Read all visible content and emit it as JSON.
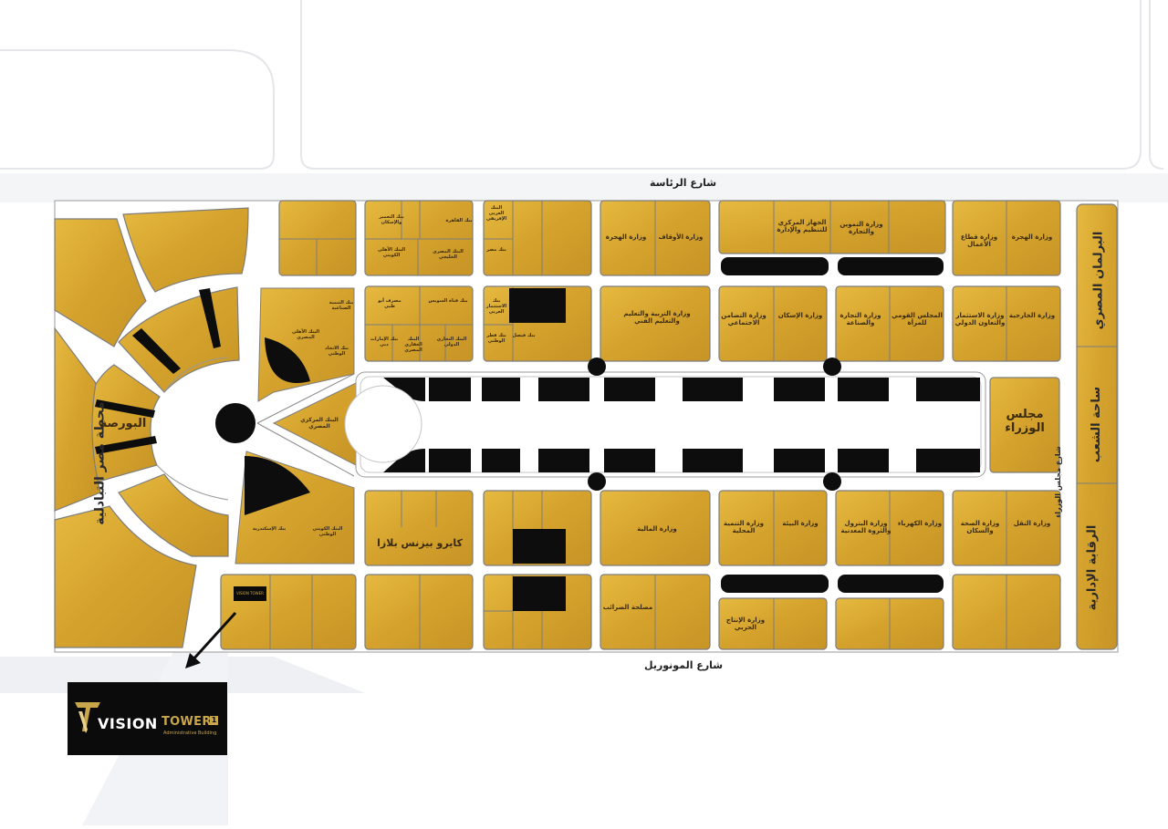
{
  "streets": {
    "top": "شارع الرئاسة",
    "bottom": "شارع المونوريل",
    "right_inner": "شارع مجلس الوزراء"
  },
  "landmarks": {
    "left_station": "محطة مصر التبادلية",
    "bourse": "البورصة",
    "cabinet": "مجلس الوزراء",
    "parliament": "البرلمان المصري",
    "people_square": "ساحة الشعب",
    "admin_control": "الرقابة الإدارية",
    "cairo_business_plaza": "كايرو بيزنس بلازا",
    "central_bank": "البنك المركزي المصري"
  },
  "blocks": {
    "ministry_housing": "وزارة الهجرة",
    "ministry_awqaf": "وزارة الأوقاف",
    "central_agency": "الجهاز المركزي للتنظيم والإدارة",
    "ministry_supply": "وزارة التموين والتجارة",
    "ministry_business": "وزارة قطاع الأعمال",
    "ministry_immigration": "وزارة الهجرة",
    "ministry_education": "وزارة التربية والتعليم والتعليم الفني",
    "ministry_social": "وزارة التضامن الاجتماعي",
    "ministry_housing2": "وزارة الإسكان",
    "ministry_trade": "وزارة التجارة والصناعة",
    "national_council": "المجلس القومي للمرأة",
    "ministry_investment": "وزارة الاستثمار والتعاون الدولي",
    "ministry_foreign": "وزارة الخارجية",
    "ministry_finance": "وزارة المالية",
    "ministry_local_dev": "وزارة التنمية المحلية",
    "ministry_environment": "وزارة البيئة",
    "ministry_petroleum": "وزارة البترول والثروة المعدنية",
    "ministry_electricity": "وزارة الكهرباء",
    "ministry_health": "وزارة الصحة والسكان",
    "ministry_transport": "وزارة النقل",
    "tax_authority": "مصلحة الضرائب",
    "ministry_military_production": "وزارة الإنتاج الحربي",
    "bank_cairo": "بنك القاهرة",
    "bank_alex": "بنك الإسكندرية",
    "bank_misr": "بنك مصر",
    "bank_ahly": "البنك الأهلي المصري",
    "bank_ahly_kuwait": "البنك الأهلي الكويتي",
    "bank_arab_african": "البنك العربي الإفريقي",
    "bank_suez": "بنك قناة السويس",
    "bank_qnb": "بنك قطر الوطني",
    "bank_egypt_arab": "البنك المصري الخليجي",
    "bank_investment": "بنك الاستثمار العربي",
    "bank_faisal": "بنك فيصل",
    "bank_development": "بنك التعمير والإسكان",
    "bank_abu_dhabi": "مصرف أبو ظبي",
    "bank_dubai": "بنك الإمارات دبي",
    "bank_emirates": "البنك العقاري المصري",
    "bank_union": "بنك الاتحاد الوطني",
    "bank_industrial": "البنك التجاري الدولي",
    "bank_kuwait": "البنك الكويتي الوطني",
    "bank_industry_dev": "بنك التنمية الصناعية"
  },
  "logo": {
    "vision": "VISION",
    "tower": "TOWER",
    "badge": "1",
    "subtitle": "Administrative Building",
    "mini": "VISION TOWER"
  },
  "colors": {
    "gold": "#d9a82f",
    "road": "#ffffff",
    "black": "#0d0d0d",
    "outline": "#8a8a8a"
  }
}
